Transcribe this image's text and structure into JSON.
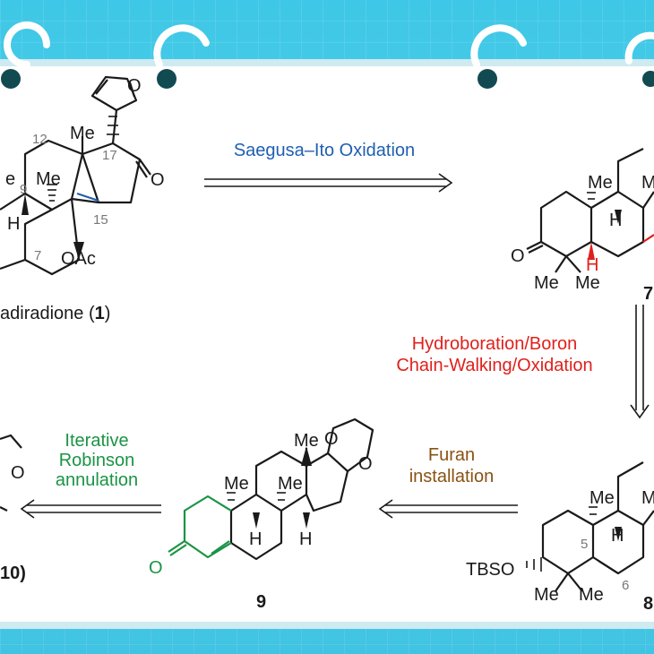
{
  "colors": {
    "background": "#45c8e6",
    "card": "#ffffff",
    "ring": "#124a52",
    "blue": "#1f5fb0",
    "red": "#e0201b",
    "brown": "#8a5214",
    "green": "#1a9444",
    "black": "#1a1a1a",
    "gray": "#777777"
  },
  "steps": {
    "oxidation": "Saegusa–Ito Oxidation",
    "hydroboration_1": "Hydroboration/Boron",
    "hydroboration_2": "Chain-Walking/Oxidation",
    "furan_1": "Furan",
    "furan_2": "installation",
    "robinson_1": "Iterative",
    "robinson_2": "Robinson",
    "robinson_3": "annulation"
  },
  "compounds": {
    "c1_name": "adiradione (",
    "c1_num": "1",
    "c1_close": ")",
    "c7": "7",
    "c8": "8",
    "c9": "9",
    "c10": "10)"
  },
  "atoms": {
    "me": "Me",
    "h": "H",
    "o": "O",
    "oac": "OAc",
    "tbso": "TBSO",
    "e_cut": "e",
    "m_cut": "M"
  },
  "positions": {
    "p12": "12",
    "p17": "17",
    "p9": "9",
    "p15": "15",
    "p7": "7",
    "p5": "5",
    "p6": "6"
  }
}
